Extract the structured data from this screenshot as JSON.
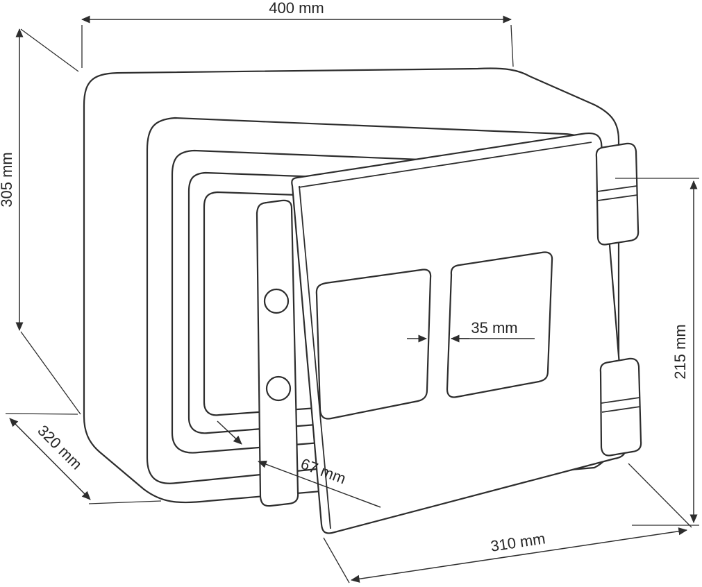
{
  "drawing": {
    "background_color": "#ffffff",
    "stroke_color": "#2d2d2d",
    "dimensions": {
      "body_width": "400 mm",
      "body_height": "305 mm",
      "body_depth": "320 mm",
      "door_height": "215 mm",
      "door_width": "310 mm",
      "door_edge": "67 mm",
      "recess_divider": "35 mm"
    }
  }
}
